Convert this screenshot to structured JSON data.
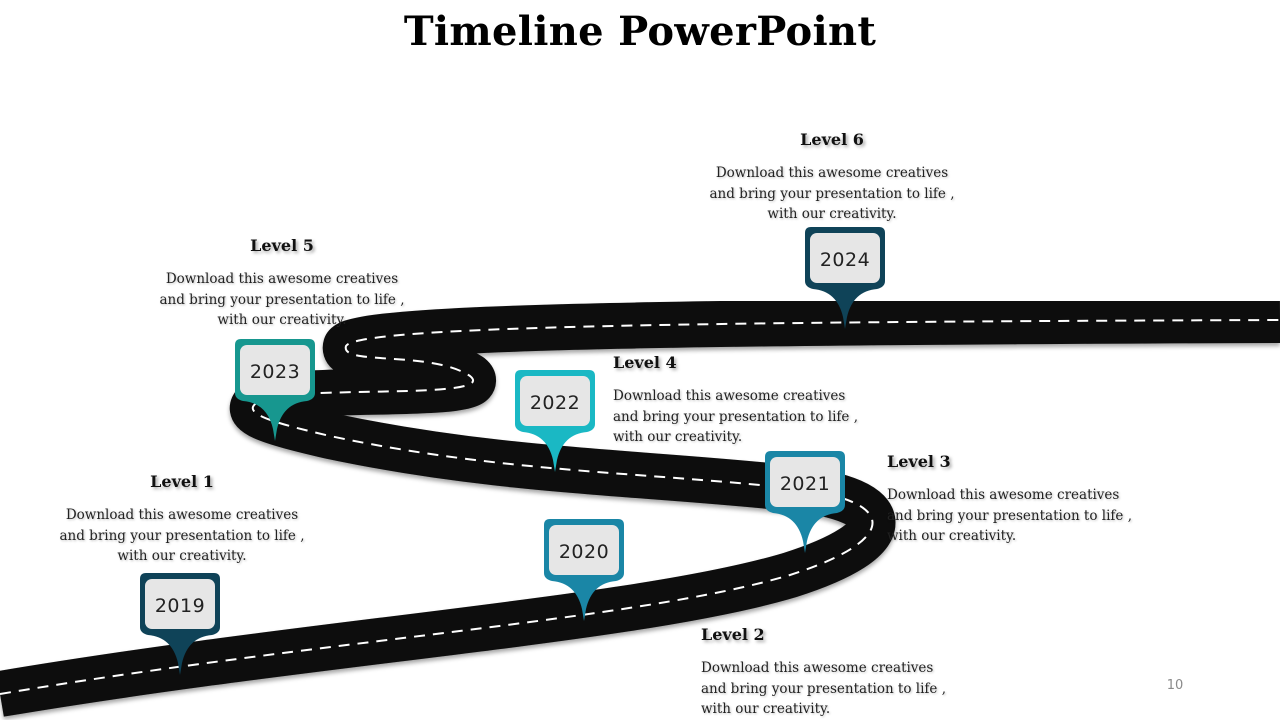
{
  "slide": {
    "title": "Timeline PowerPoint",
    "page_number": "10"
  },
  "colors": {
    "road": "#0b0b0b",
    "road_dash": "#ffffff",
    "road_shadow": "#8c8c8c",
    "marker_dark_navy": "#0f4358",
    "marker_teal_blue": "#1a86a6",
    "marker_teal": "#17978f",
    "marker_cyan": "#1ab8c4",
    "marker_inner": "#e6e6e6"
  },
  "markers": [
    {
      "year": "2019",
      "color": "#0f4358"
    },
    {
      "year": "2020",
      "color": "#1a86a6"
    },
    {
      "year": "2021",
      "color": "#1a86a6"
    },
    {
      "year": "2022",
      "color": "#1ab8c4"
    },
    {
      "year": "2023",
      "color": "#17978f"
    },
    {
      "year": "2024",
      "color": "#0f4358"
    }
  ],
  "levels": [
    {
      "title": "Level 1",
      "line1": "Download this awesome creatives",
      "line2": "and bring your presentation to life ,",
      "line3": "with our creativity."
    },
    {
      "title": "Level 2",
      "line1": "Download this awesome creatives",
      "line2": "and bring your presentation to life ,",
      "line3": "with our creativity."
    },
    {
      "title": "Level 3",
      "line1": "Download this awesome creatives",
      "line2": "and bring your presentation to life ,",
      "line3": "with our creativity."
    },
    {
      "title": "Level 4",
      "line1": "Download this awesome creatives",
      "line2": "and bring your presentation to life ,",
      "line3": "with our creativity."
    },
    {
      "title": "Level 5",
      "line1": "Download this awesome creatives",
      "line2": "and bring your presentation to life ,",
      "line3": "with our creativity."
    },
    {
      "title": "Level 6",
      "line1": "Download this awesome creatives",
      "line2": "and bring your presentation to life ,",
      "line3": "with our creativity."
    }
  ]
}
